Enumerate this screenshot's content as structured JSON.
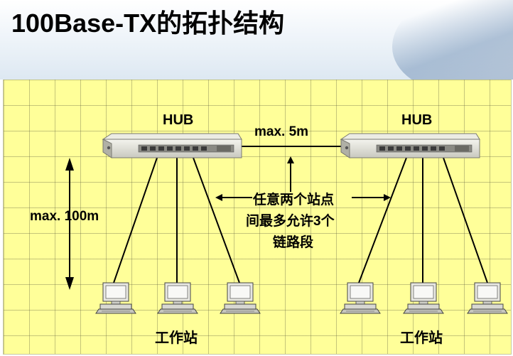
{
  "title": "100Base-TX的拓扑结构",
  "labels": {
    "hub_left": "HUB",
    "hub_right": "HUB",
    "max_hub_link": "max. 5m",
    "max_cable": "max. 100m",
    "note_line1": "任意两个站点",
    "note_line2": "间最多允许3个",
    "note_line3": "链路段",
    "stations_left": "工作站",
    "stations_right": "工作站"
  },
  "colors": {
    "panel_background": "#ffff99",
    "line": "#000000",
    "hub_body": "#d8d8d0"
  },
  "icons": {
    "hub": "network-hub-icon",
    "workstation": "computer-workstation-icon"
  }
}
